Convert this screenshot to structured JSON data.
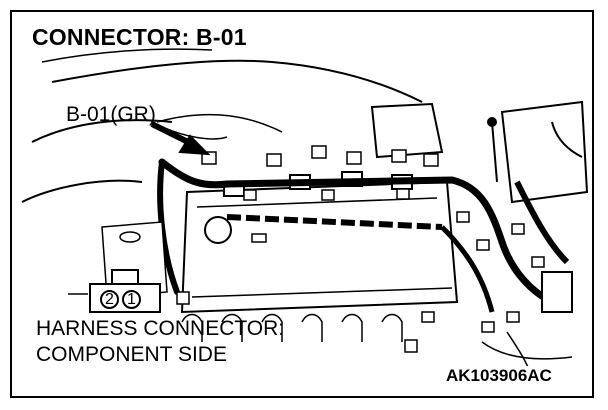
{
  "title": "CONNECTOR: B-01",
  "callout_label": "B-01(GR)",
  "harness_connector": {
    "line1": "HARNESS CONNECTOR:",
    "line2": "COMPONENT SIDE",
    "pins": [
      "2",
      "1"
    ]
  },
  "figure_code": "AK103906AC"
}
